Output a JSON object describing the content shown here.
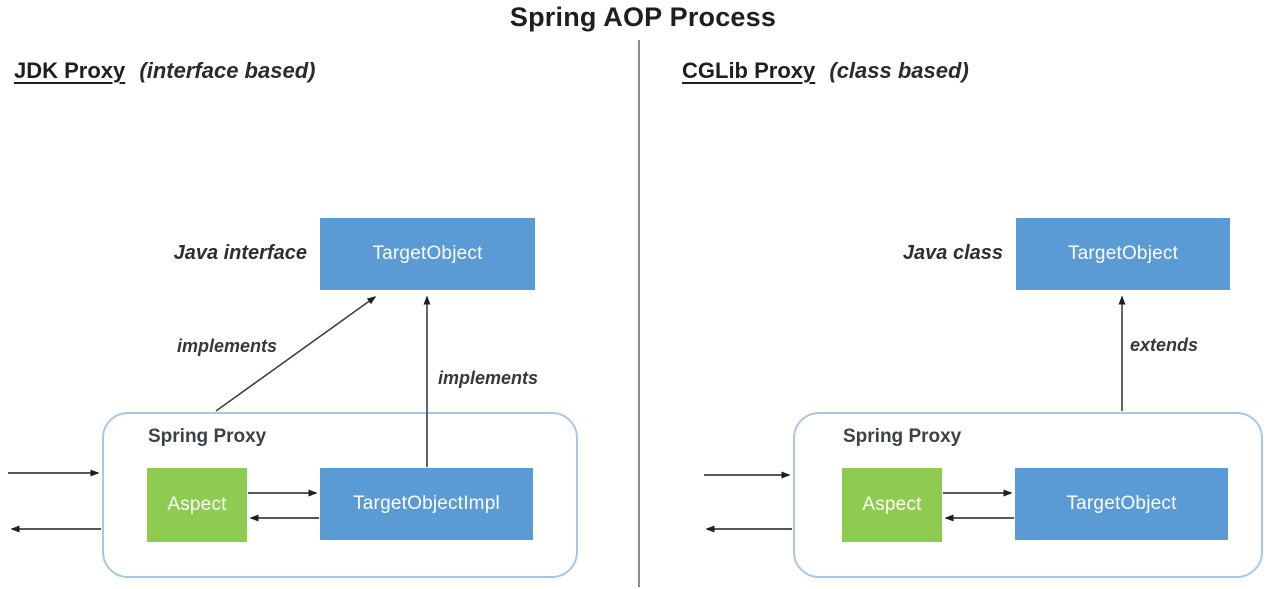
{
  "title": "Spring AOP Process",
  "left": {
    "heading": "JDK Proxy",
    "note": "(interface based)",
    "type_label": "Java interface",
    "top_box": "TargetObject",
    "container_label": "Spring Proxy",
    "aspect_box": "Aspect",
    "inner_box": "TargetObjectImpl",
    "edge_label_1": "implements",
    "edge_label_2": "implements"
  },
  "right": {
    "heading": "CGLib Proxy",
    "note": "(class based)",
    "type_label": "Java class",
    "top_box": "TargetObject",
    "container_label": "Spring Proxy",
    "aspect_box": "Aspect",
    "inner_box": "TargetObject",
    "edge_label": "extends"
  },
  "colors": {
    "box_blue": "#5b9bd5",
    "box_green": "#8dcc50",
    "container_border": "#a9c7e4",
    "arrow": "#3f3f3f",
    "divider": "#8c8c8c"
  }
}
